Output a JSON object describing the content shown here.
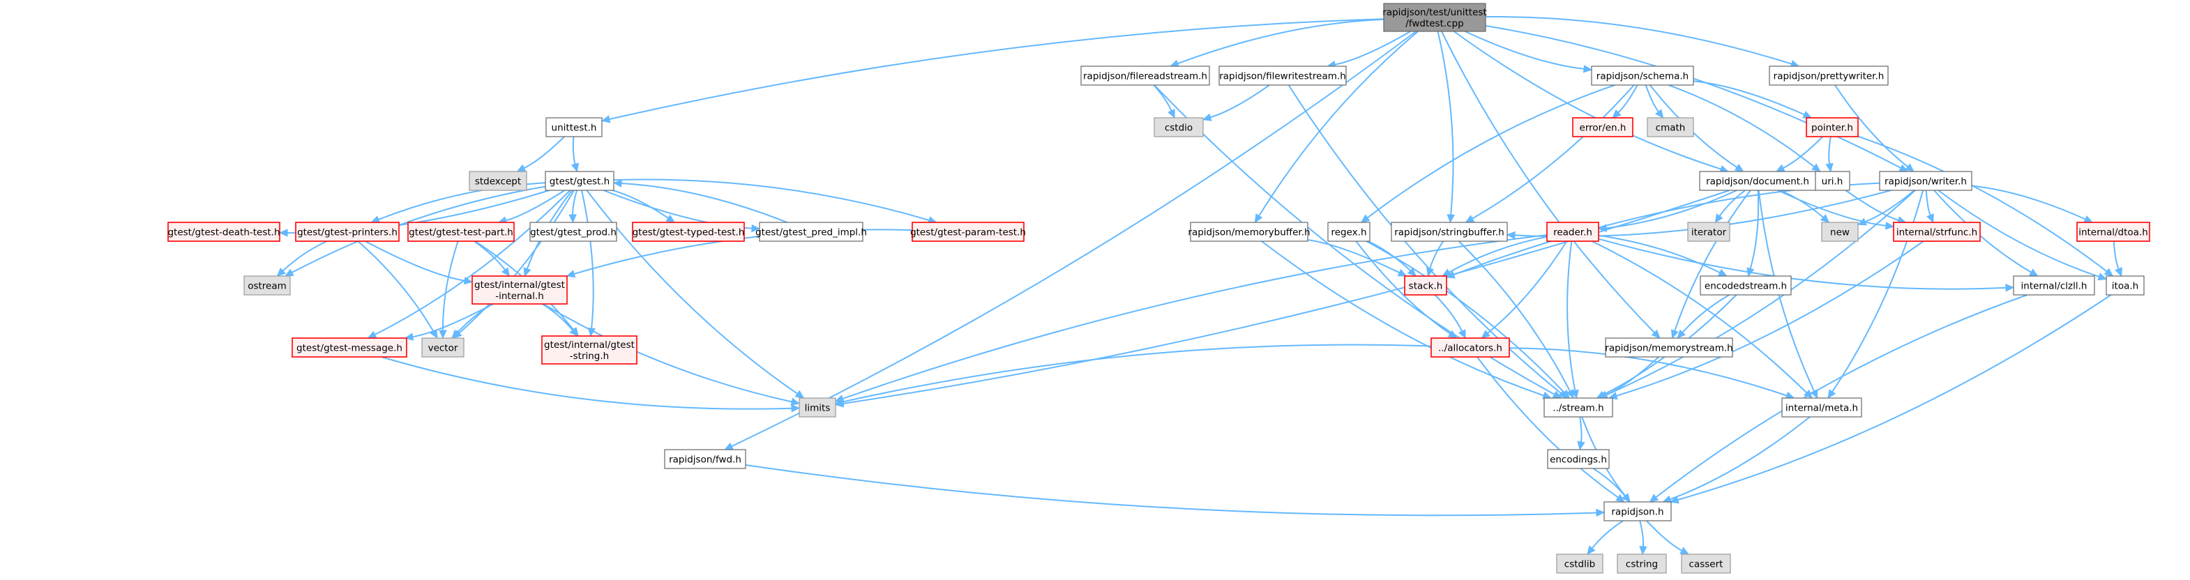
{
  "diagram": {
    "title": "rapidjson/test/unittest/fwdtest.cpp",
    "colors": {
      "edge": "#63b8ff",
      "normal_border": "#666666",
      "normal_fill": "#ffffff",
      "root_fill": "#999999",
      "missing_border": "#ff0000",
      "missing_fill": "#fff0f0",
      "system_fill": "#e0e0e0",
      "system_border": "#999999"
    },
    "nodes": [
      {
        "id": "fwdtest",
        "lines": [
          "rapidjson/test/unittest",
          "/fwdtest.cpp"
        ],
        "kind": "root"
      },
      {
        "id": "filereadstream",
        "lines": [
          "rapidjson/filereadstream.h"
        ],
        "kind": "normal"
      },
      {
        "id": "filewritestream",
        "lines": [
          "rapidjson/filewritestream.h"
        ],
        "kind": "normal"
      },
      {
        "id": "schema",
        "lines": [
          "rapidjson/schema.h"
        ],
        "kind": "normal"
      },
      {
        "id": "prettywriter",
        "lines": [
          "rapidjson/prettywriter.h"
        ],
        "kind": "normal"
      },
      {
        "id": "unittest",
        "lines": [
          "unittest.h"
        ],
        "kind": "normal"
      },
      {
        "id": "cstdio",
        "lines": [
          "cstdio"
        ],
        "kind": "system"
      },
      {
        "id": "error_en",
        "lines": [
          "error/en.h"
        ],
        "kind": "missing"
      },
      {
        "id": "cmath",
        "lines": [
          "cmath"
        ],
        "kind": "system"
      },
      {
        "id": "pointer",
        "lines": [
          "pointer.h"
        ],
        "kind": "missing"
      },
      {
        "id": "stdexcept",
        "lines": [
          "stdexcept"
        ],
        "kind": "system"
      },
      {
        "id": "gtest",
        "lines": [
          "gtest/gtest.h"
        ],
        "kind": "normal"
      },
      {
        "id": "uri",
        "lines": [
          "uri.h"
        ],
        "kind": "normal"
      },
      {
        "id": "document",
        "lines": [
          "rapidjson/document.h"
        ],
        "kind": "normal"
      },
      {
        "id": "writer",
        "lines": [
          "rapidjson/writer.h"
        ],
        "kind": "normal"
      },
      {
        "id": "death_test",
        "lines": [
          "gtest/gtest-death-test.h"
        ],
        "kind": "missing"
      },
      {
        "id": "printers",
        "lines": [
          "gtest/gtest-printers.h"
        ],
        "kind": "missing"
      },
      {
        "id": "test_part",
        "lines": [
          "gtest/gtest-test-part.h"
        ],
        "kind": "missing"
      },
      {
        "id": "gtest_prod",
        "lines": [
          "gtest/gtest_prod.h"
        ],
        "kind": "normal"
      },
      {
        "id": "typed_test",
        "lines": [
          "gtest/gtest-typed-test.h"
        ],
        "kind": "missing"
      },
      {
        "id": "pred_impl",
        "lines": [
          "gtest/gtest_pred_impl.h"
        ],
        "kind": "normal"
      },
      {
        "id": "param_test",
        "lines": [
          "gtest/gtest-param-test.h"
        ],
        "kind": "missing"
      },
      {
        "id": "memorybuffer",
        "lines": [
          "rapidjson/memorybuffer.h"
        ],
        "kind": "normal"
      },
      {
        "id": "regex",
        "lines": [
          "regex.h"
        ],
        "kind": "normal"
      },
      {
        "id": "stringbuffer",
        "lines": [
          "rapidjson/stringbuffer.h"
        ],
        "kind": "normal"
      },
      {
        "id": "reader",
        "lines": [
          "reader.h"
        ],
        "kind": "missing"
      },
      {
        "id": "iterator",
        "lines": [
          "iterator"
        ],
        "kind": "system"
      },
      {
        "id": "new",
        "lines": [
          "new"
        ],
        "kind": "system"
      },
      {
        "id": "strfunc",
        "lines": [
          "internal/strfunc.h"
        ],
        "kind": "missing"
      },
      {
        "id": "dtoa",
        "lines": [
          "internal/dtoa.h"
        ],
        "kind": "missing"
      },
      {
        "id": "ostream",
        "lines": [
          "ostream"
        ],
        "kind": "system"
      },
      {
        "id": "internal",
        "lines": [
          "gtest/internal/gtest",
          "-internal.h"
        ],
        "kind": "missing"
      },
      {
        "id": "stack",
        "lines": [
          "stack.h"
        ],
        "kind": "missing"
      },
      {
        "id": "encodedstream",
        "lines": [
          "encodedstream.h"
        ],
        "kind": "normal"
      },
      {
        "id": "clzll",
        "lines": [
          "internal/clzll.h"
        ],
        "kind": "normal"
      },
      {
        "id": "itoa",
        "lines": [
          "itoa.h"
        ],
        "kind": "normal"
      },
      {
        "id": "message",
        "lines": [
          "gtest/gtest-message.h"
        ],
        "kind": "missing"
      },
      {
        "id": "vector",
        "lines": [
          "vector"
        ],
        "kind": "system"
      },
      {
        "id": "gstring",
        "lines": [
          "gtest/internal/gtest",
          "-string.h"
        ],
        "kind": "missing"
      },
      {
        "id": "memorystream",
        "lines": [
          "rapidjson/memorystream.h"
        ],
        "kind": "normal"
      },
      {
        "id": "allocators",
        "lines": [
          "../allocators.h"
        ],
        "kind": "missing"
      },
      {
        "id": "limits",
        "lines": [
          "limits"
        ],
        "kind": "system"
      },
      {
        "id": "stream",
        "lines": [
          "../stream.h"
        ],
        "kind": "normal"
      },
      {
        "id": "meta",
        "lines": [
          "internal/meta.h"
        ],
        "kind": "normal"
      },
      {
        "id": "fwd",
        "lines": [
          "rapidjson/fwd.h"
        ],
        "kind": "normal"
      },
      {
        "id": "encodings",
        "lines": [
          "encodings.h"
        ],
        "kind": "normal"
      },
      {
        "id": "rapidjson",
        "lines": [
          "rapidjson.h"
        ],
        "kind": "normal"
      },
      {
        "id": "cstdlib",
        "lines": [
          "cstdlib"
        ],
        "kind": "system"
      },
      {
        "id": "cstring",
        "lines": [
          "cstring"
        ],
        "kind": "system"
      },
      {
        "id": "cassert",
        "lines": [
          "cassert"
        ],
        "kind": "system"
      }
    ],
    "edges": [
      [
        "fwdtest",
        "filereadstream"
      ],
      [
        "fwdtest",
        "filewritestream"
      ],
      [
        "fwdtest",
        "schema"
      ],
      [
        "fwdtest",
        "prettywriter"
      ],
      [
        "fwdtest",
        "unittest"
      ],
      [
        "fwdtest",
        "fwd"
      ],
      [
        "fwdtest",
        "document"
      ],
      [
        "fwdtest",
        "writer"
      ],
      [
        "fwdtest",
        "memorybuffer"
      ],
      [
        "fwdtest",
        "stringbuffer"
      ],
      [
        "fwdtest",
        "memorystream"
      ],
      [
        "filereadstream",
        "cstdio"
      ],
      [
        "filereadstream",
        "stream"
      ],
      [
        "filewritestream",
        "cstdio"
      ],
      [
        "filewritestream",
        "stream"
      ],
      [
        "schema",
        "error_en"
      ],
      [
        "schema",
        "cmath"
      ],
      [
        "schema",
        "pointer"
      ],
      [
        "schema",
        "document"
      ],
      [
        "schema",
        "uri"
      ],
      [
        "schema",
        "regex"
      ],
      [
        "schema",
        "stringbuffer"
      ],
      [
        "prettywriter",
        "writer"
      ],
      [
        "unittest",
        "stdexcept"
      ],
      [
        "unittest",
        "gtest"
      ],
      [
        "pointer",
        "document"
      ],
      [
        "pointer",
        "uri"
      ],
      [
        "pointer",
        "itoa"
      ],
      [
        "uri",
        "strfunc"
      ],
      [
        "gtest",
        "death_test"
      ],
      [
        "gtest",
        "printers"
      ],
      [
        "gtest",
        "test_part"
      ],
      [
        "gtest",
        "gtest_prod"
      ],
      [
        "gtest",
        "typed_test"
      ],
      [
        "gtest",
        "pred_impl"
      ],
      [
        "gtest",
        "param_test"
      ],
      [
        "gtest",
        "internal"
      ],
      [
        "gtest",
        "message"
      ],
      [
        "gtest",
        "ostream"
      ],
      [
        "gtest",
        "vector"
      ],
      [
        "gtest",
        "limits"
      ],
      [
        "gtest",
        "gstring"
      ],
      [
        "pred_impl",
        "gtest"
      ],
      [
        "document",
        "reader"
      ],
      [
        "document",
        "iterator"
      ],
      [
        "document",
        "new"
      ],
      [
        "document",
        "strfunc"
      ],
      [
        "document",
        "encodedstream"
      ],
      [
        "document",
        "meta"
      ],
      [
        "document",
        "limits"
      ],
      [
        "document",
        "memorystream"
      ],
      [
        "writer",
        "stringbuffer"
      ],
      [
        "writer",
        "strfunc"
      ],
      [
        "writer",
        "dtoa"
      ],
      [
        "writer",
        "itoa"
      ],
      [
        "writer",
        "new"
      ],
      [
        "writer",
        "clzll"
      ],
      [
        "writer",
        "meta"
      ],
      [
        "writer",
        "stack"
      ],
      [
        "writer",
        "stream"
      ],
      [
        "printers",
        "ostream"
      ],
      [
        "printers",
        "vector"
      ],
      [
        "printers",
        "internal"
      ],
      [
        "test_part",
        "internal"
      ],
      [
        "test_part",
        "vector"
      ],
      [
        "test_part",
        "gstring"
      ],
      [
        "param_test",
        "internal"
      ],
      [
        "memorybuffer",
        "stack"
      ],
      [
        "memorybuffer",
        "stream"
      ],
      [
        "regex",
        "stack"
      ],
      [
        "regex",
        "allocators"
      ],
      [
        "regex",
        "stream"
      ],
      [
        "stringbuffer",
        "stack"
      ],
      [
        "stringbuffer",
        "stream"
      ],
      [
        "reader",
        "stack"
      ],
      [
        "reader",
        "allocators"
      ],
      [
        "reader",
        "stream"
      ],
      [
        "reader",
        "encodedstream"
      ],
      [
        "reader",
        "clzll"
      ],
      [
        "reader",
        "meta"
      ],
      [
        "reader",
        "limits"
      ],
      [
        "strfunc",
        "stream"
      ],
      [
        "dtoa",
        "itoa"
      ],
      [
        "internal",
        "message"
      ],
      [
        "internal",
        "vector"
      ],
      [
        "internal",
        "gstring"
      ],
      [
        "internal",
        "limits"
      ],
      [
        "stack",
        "allocators"
      ],
      [
        "encodedstream",
        "memorystream"
      ],
      [
        "encodedstream",
        "stream"
      ],
      [
        "clzll",
        "rapidjson"
      ],
      [
        "itoa",
        "rapidjson"
      ],
      [
        "message",
        "limits"
      ],
      [
        "memorystream",
        "stream"
      ],
      [
        "allocators",
        "limits"
      ],
      [
        "allocators",
        "meta"
      ],
      [
        "allocators",
        "rapidjson"
      ],
      [
        "stream",
        "encodings"
      ],
      [
        "stream",
        "rapidjson"
      ],
      [
        "meta",
        "rapidjson"
      ],
      [
        "fwd",
        "rapidjson"
      ],
      [
        "encodings",
        "rapidjson"
      ],
      [
        "rapidjson",
        "cstdlib"
      ],
      [
        "rapidjson",
        "cstring"
      ],
      [
        "rapidjson",
        "cassert"
      ]
    ]
  }
}
